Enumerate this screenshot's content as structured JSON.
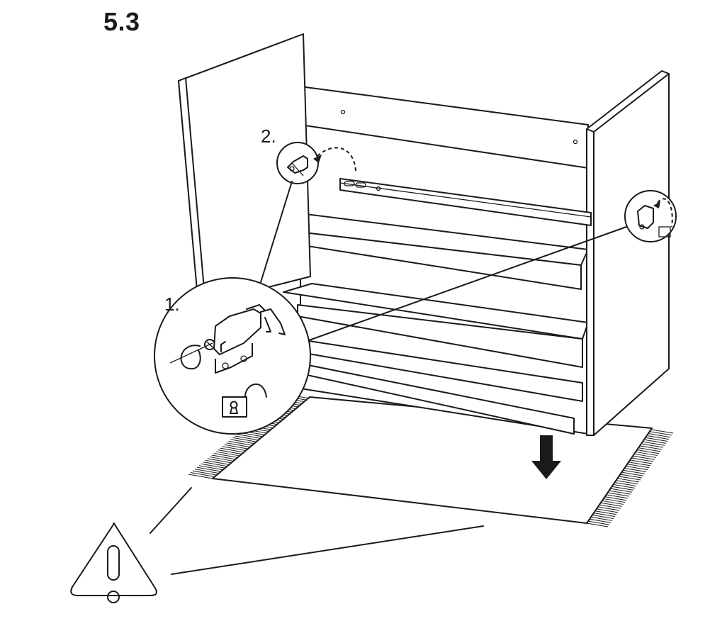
{
  "step": {
    "number": "5.3"
  },
  "substeps": [
    {
      "label": "1."
    },
    {
      "label": "2."
    }
  ],
  "icons": {
    "lock": "unlocked-padlock-icon",
    "warning": "warning-triangle-icon",
    "rotate": "rotate-counterclockwise-icon",
    "arrow": "down-arrow-icon"
  },
  "colors": {
    "ink": "#1a1a1a",
    "paper": "#ffffff"
  }
}
